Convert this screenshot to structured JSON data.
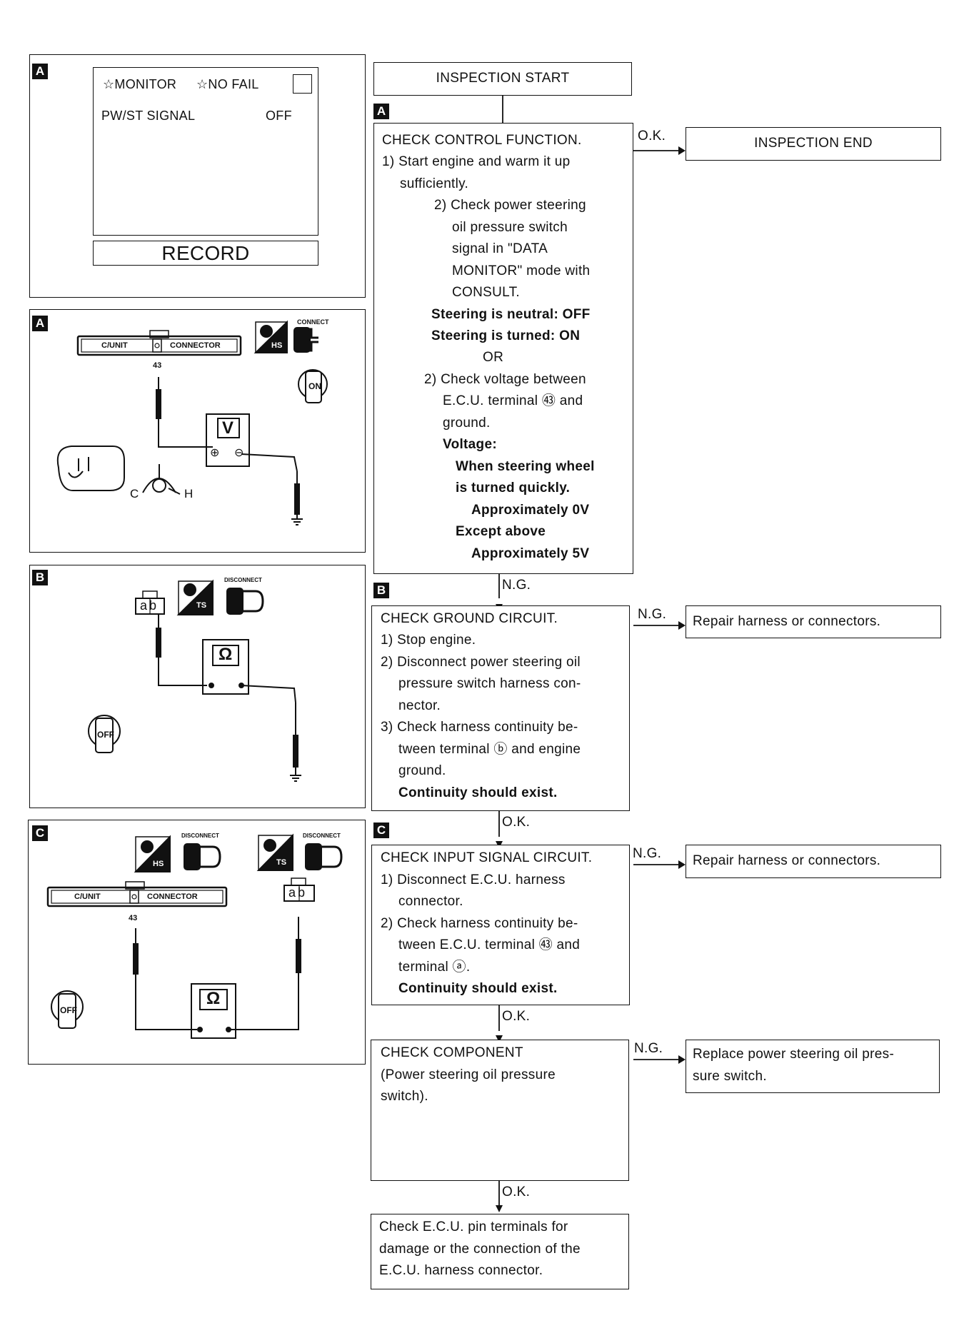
{
  "panels": {
    "a_screen": {
      "tag": "A",
      "monitor": "☆MONITOR",
      "nofail": "☆NO FAIL",
      "signal_name": "PW/ST SIGNAL",
      "signal_value": "OFF",
      "record": "RECORD"
    },
    "a_circuit": {
      "tag": "A",
      "cunit": "C/UNIT",
      "connector": "CONNECTOR",
      "terminal": "43",
      "hs_badge": "HS",
      "connect": "CONNECT",
      "on": "ON",
      "meter": "V",
      "plus": "⊕",
      "minus": "⊖",
      "c": "C",
      "h": "H"
    },
    "b_circuit": {
      "tag": "B",
      "ts_badge": "TS",
      "disconnect": "DISCONNECT",
      "ab": "ab",
      "meter": "Ω",
      "off": "OFF"
    },
    "c_circuit": {
      "tag": "C",
      "hs_badge": "HS",
      "ts_badge": "TS",
      "disconnect": "DISCONNECT",
      "cunit": "C/UNIT",
      "connector": "CONNECTOR",
      "terminal": "43",
      "ab": "ab",
      "meter": "Ω",
      "off": "OFF"
    }
  },
  "flow": {
    "start": "INSPECTION START",
    "tag_a": "A",
    "tag_b": "B",
    "tag_c": "C",
    "end": "INSPECTION END",
    "ok": "O.K.",
    "ng": "N.G.",
    "check_control": {
      "lines": [
        "CHECK CONTROL FUNCTION.",
        "1) Start engine and warm it up",
        "sufficiently.",
        "2) Check power steering",
        "oil pressure switch",
        "signal in \"DATA",
        "MONITOR\" mode with",
        "CONSULT.",
        "Steering is neutral: OFF",
        "Steering is turned: ON",
        "OR",
        "2) Check voltage between",
        "E.C.U. terminal ㊸ and",
        "ground.",
        "Voltage:",
        "When steering wheel",
        "is turned quickly.",
        "Approximately 0V",
        "Except above",
        "Approximately 5V"
      ]
    },
    "check_ground": {
      "lines": [
        "CHECK GROUND CIRCUIT.",
        "1) Stop engine.",
        "2) Disconnect power steering oil",
        "pressure switch harness con-",
        "nector.",
        "3) Check harness continuity be-",
        "tween terminal ⓑ and engine",
        "ground.",
        "Continuity should exist."
      ]
    },
    "check_input": {
      "lines": [
        "CHECK INPUT SIGNAL CIRCUIT.",
        "1) Disconnect E.C.U. harness",
        "connector.",
        "2) Check harness continuity be-",
        "tween E.C.U. terminal ㊸ and",
        "terminal ⓐ.",
        "Continuity should exist."
      ]
    },
    "check_component": {
      "lines": [
        "CHECK COMPONENT",
        "(Power steering oil pressure",
        "switch)."
      ]
    },
    "repair1": "Repair harness or connectors.",
    "repair2": "Repair harness or connectors.",
    "replace": [
      "Replace power steering oil pres-",
      "sure switch."
    ],
    "final": [
      "Check E.C.U. pin terminals for",
      "damage or the connection of the",
      "E.C.U. harness connector."
    ]
  }
}
